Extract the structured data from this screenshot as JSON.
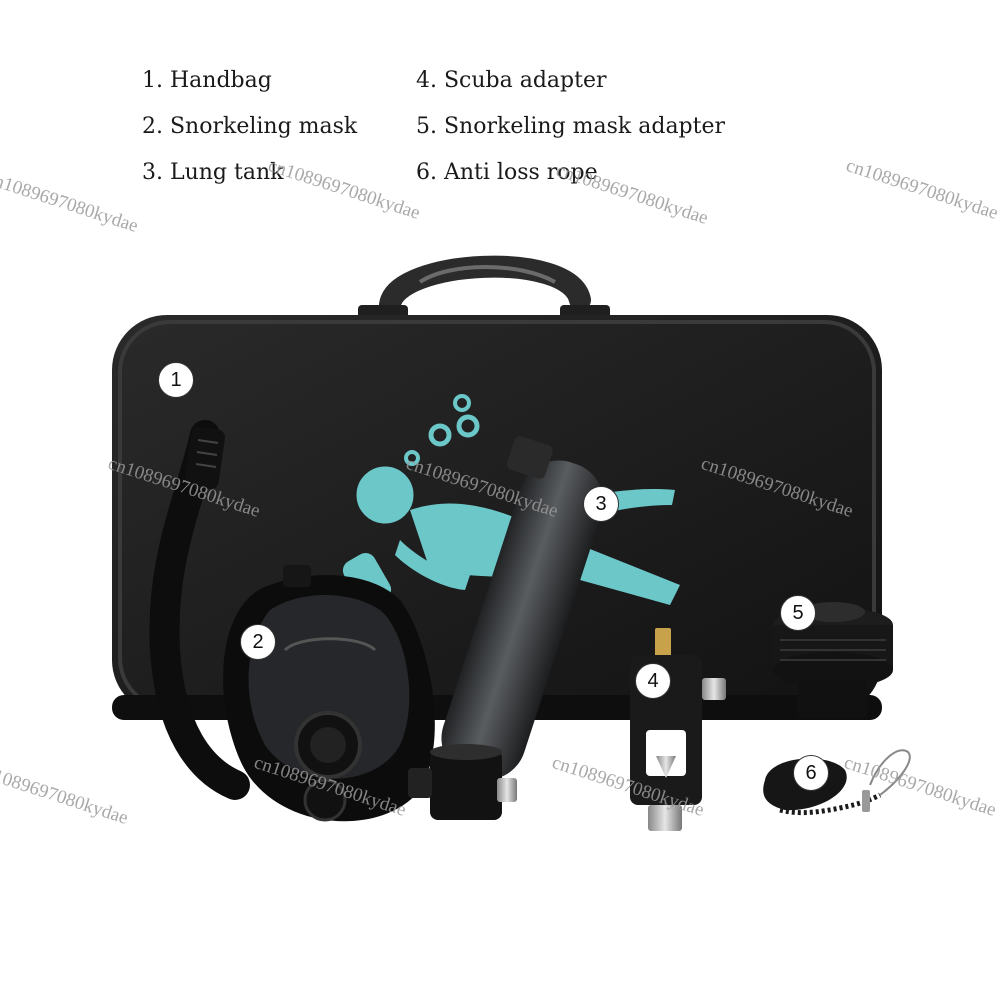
{
  "legend": {
    "items": [
      "1. Handbag",
      "2. Snorkeling mask",
      "3. Lung tank",
      "4. Scuba adapter",
      "5. Snorkeling mask adapter",
      "6. Anti loss rope"
    ]
  },
  "callouts": [
    "1",
    "2",
    "3",
    "4",
    "5",
    "6"
  ],
  "watermark": "cn1089697080kydae",
  "colors": {
    "case": "#1b1b1b",
    "diver_print": "#6cc7c9",
    "tank": "#3a3c3e",
    "brass": "#c8a24a"
  }
}
